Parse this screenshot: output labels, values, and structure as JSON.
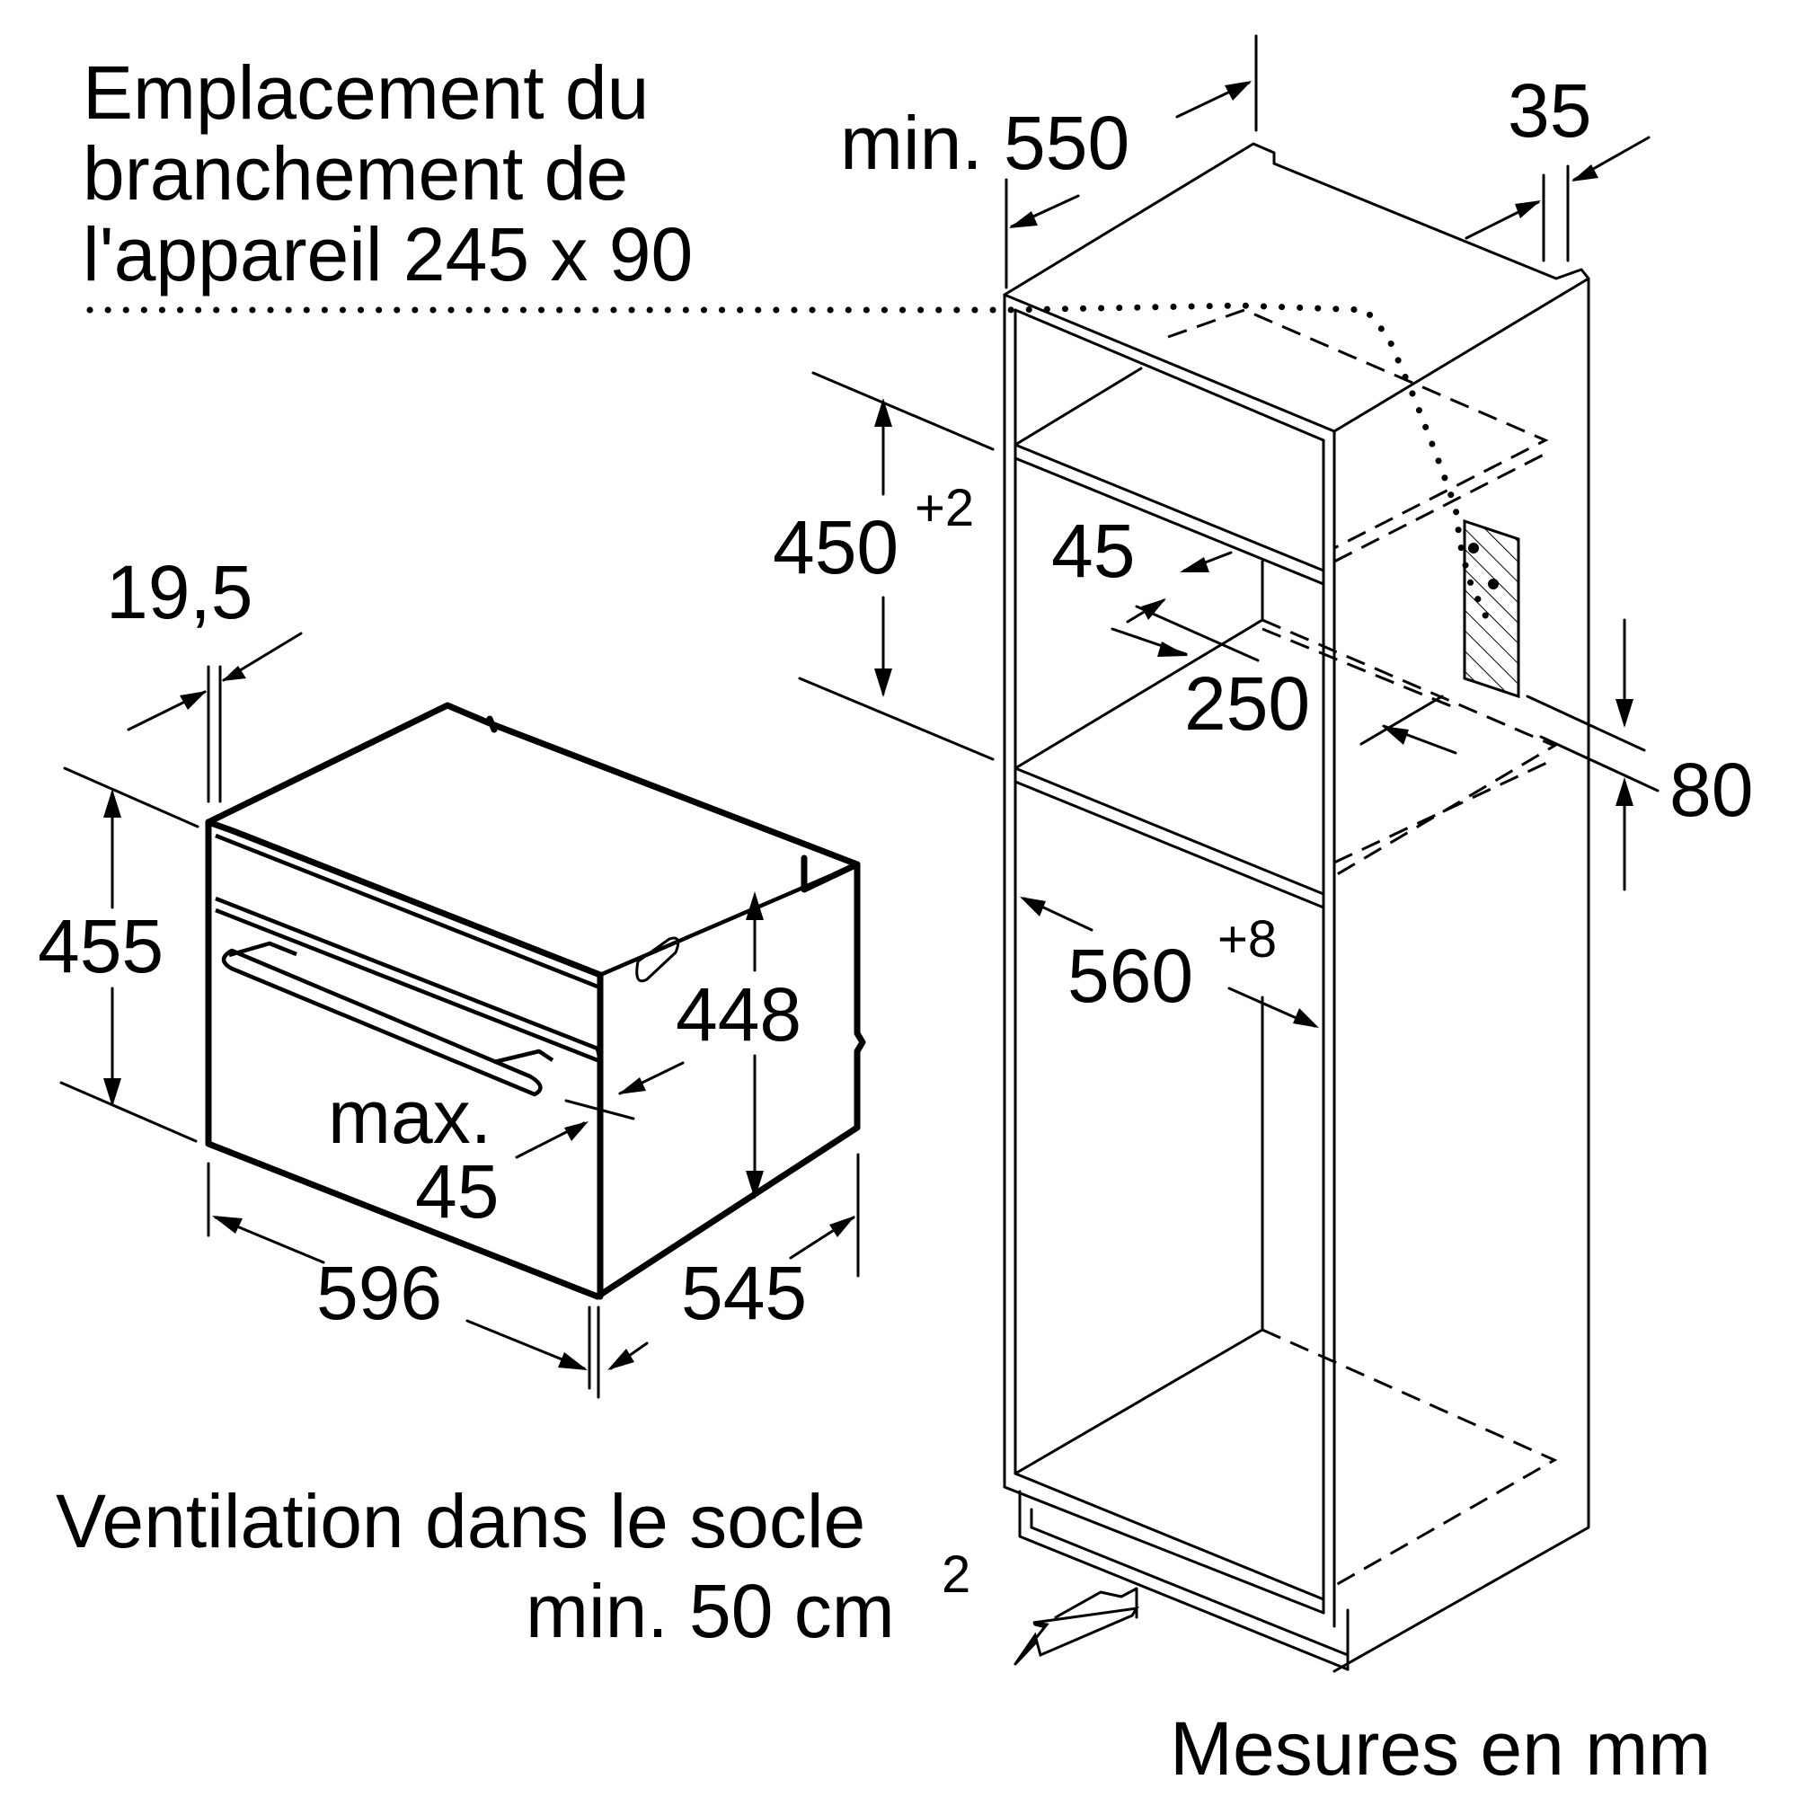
{
  "connection_note": {
    "line1": "Emplacement du",
    "line2": "branchement de",
    "line3": "l'appareil 245 x 90"
  },
  "ventilation_note": {
    "line1": "Ventilation dans le socle",
    "line2": "min. 50 cm",
    "line2_sup": "2"
  },
  "units_note": "Mesures en mm",
  "appliance_dims": {
    "front_thickness": "19,5",
    "height": "455",
    "body_height": "448",
    "max_label": "max.",
    "max_value": "45",
    "width": "596",
    "depth": "545"
  },
  "cabinet_dims": {
    "depth_min": "min. 550",
    "rear_gap": "35",
    "niche_height": "450",
    "niche_height_tol": "+2",
    "shelf_gap": "45",
    "vent_depth": "250",
    "socket_height": "80",
    "niche_width": "560",
    "niche_width_tol": "+8"
  },
  "colors": {
    "line": "#000000",
    "background": "#ffffff"
  }
}
